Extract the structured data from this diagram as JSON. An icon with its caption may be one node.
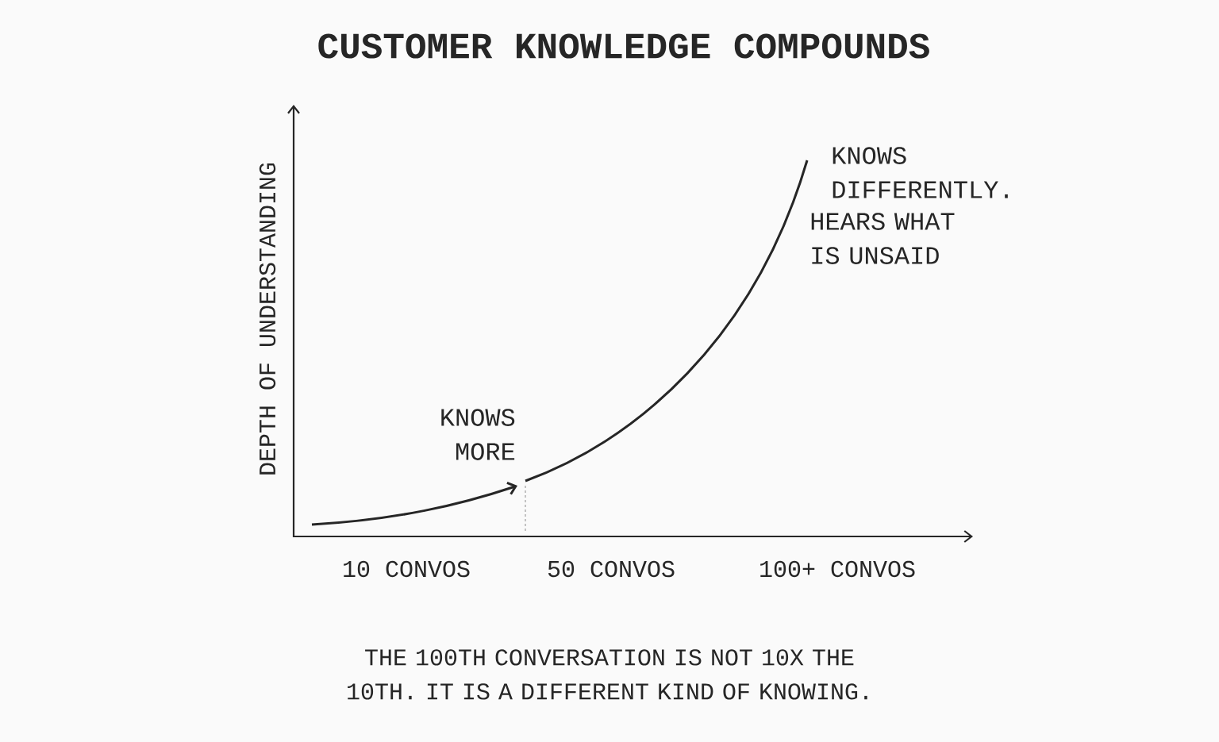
{
  "diagram": {
    "title": "CUSTOMER KNOWLEDGE COMPOUNDS",
    "caption": "THE 100TH CONVERSATION IS NOT 10X THE 10TH. IT IS A DIFFERENT KIND OF KNOWING.",
    "labels": [
      "KNOWS DIFFERENTLY.",
      "HEARS WHAT IS UNSAID",
      "DEPTH OF UNDERSTANDING",
      "KNOWS MORE",
      "10 CONVOS",
      "50 CONVOS",
      "100+ CONVOS"
    ]
  }
}
